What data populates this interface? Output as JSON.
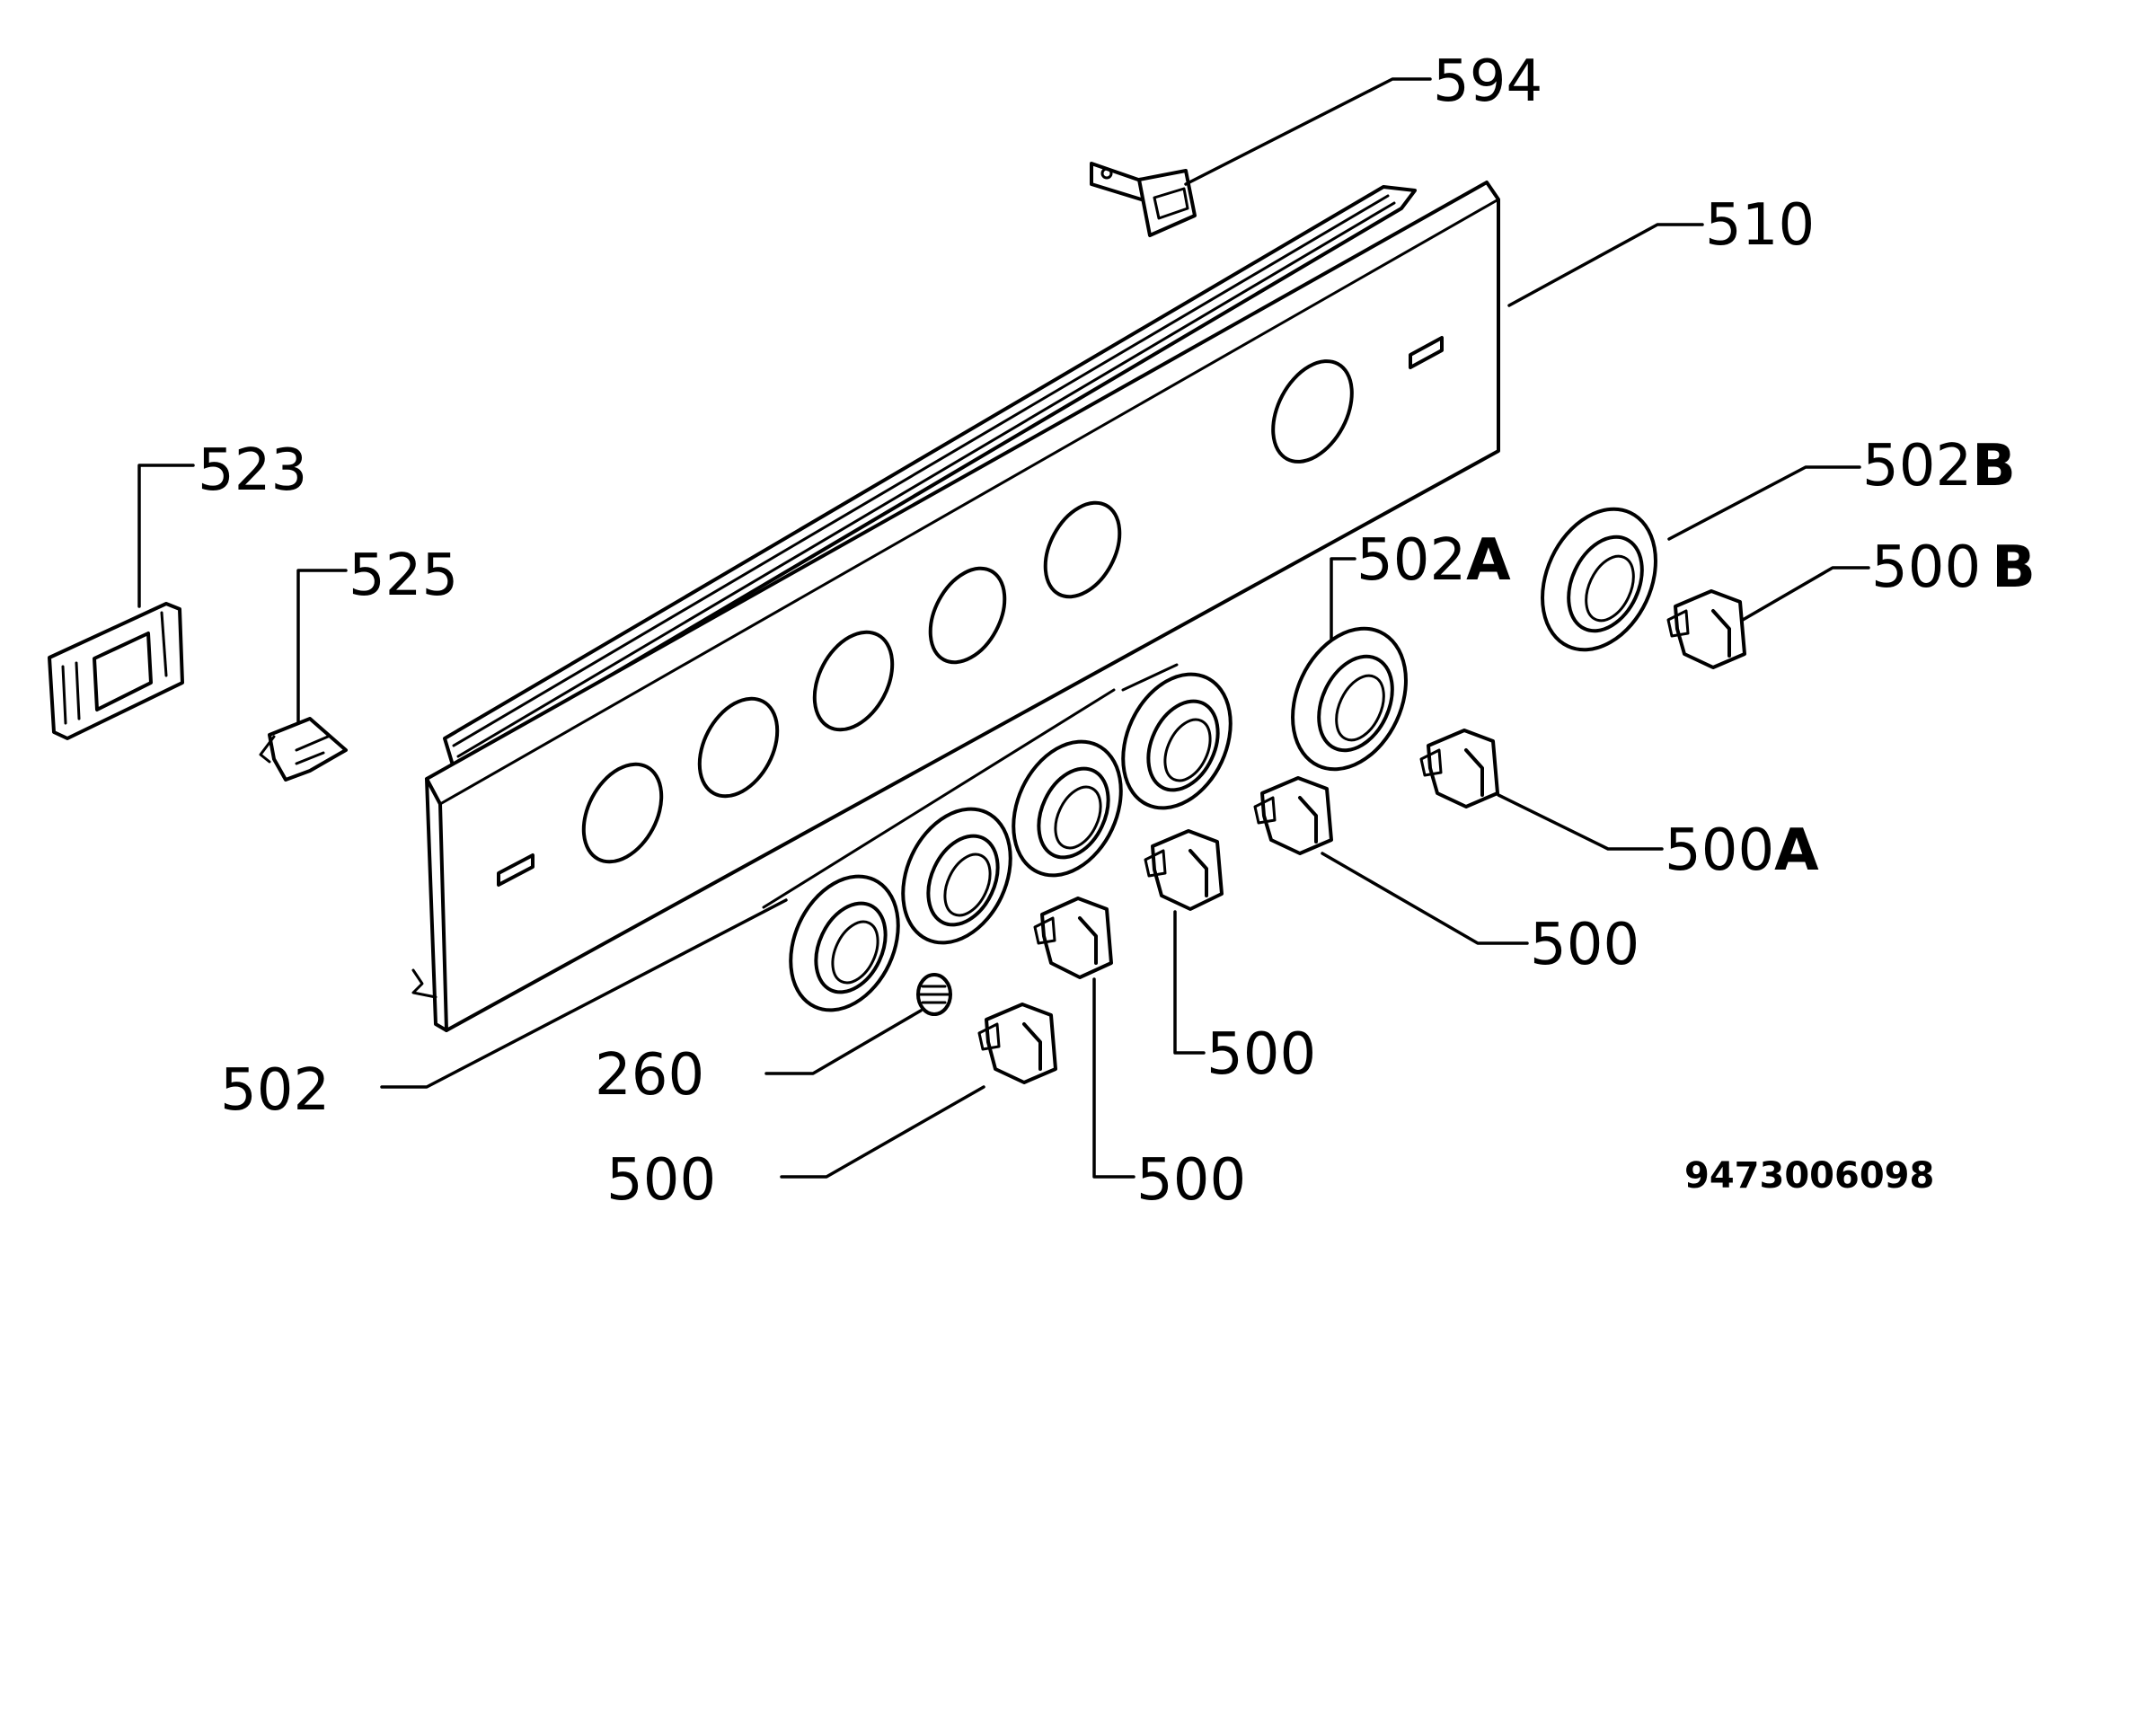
{
  "drawing_number": "9473006098",
  "labels": {
    "l594": "594",
    "l510": "510",
    "l523": "523",
    "l525": "525",
    "l502b": "502",
    "l502b_suffix": "B",
    "l500b": "500",
    "l500b_suffix": "B",
    "l502a": "502",
    "l502a_suffix": "A",
    "l500a": "500",
    "l500a_suffix": "A",
    "l500_r": "500",
    "l500_m": "500",
    "l502": "502",
    "l260": "260",
    "l500_bl": "500",
    "l500_bm": "500"
  }
}
